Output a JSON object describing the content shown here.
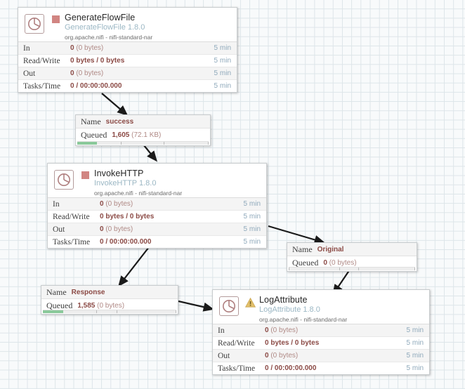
{
  "canvas": {
    "background_color": "#f8fafb",
    "grid_color": "#dde5e9"
  },
  "palette": {
    "stopped_red": "#d18582",
    "warning_yellow": "#e8c46a",
    "value_maroon": "#8b4a45",
    "time_blue": "#8fa9bb",
    "type_blue": "#9bb7c4",
    "queue_green": "#8ac99a"
  },
  "stat_labels": {
    "in": "In",
    "read_write": "Read/Write",
    "out": "Out",
    "tasks_time": "Tasks/Time"
  },
  "connection_labels": {
    "name": "Name",
    "queued": "Queued"
  },
  "processors": [
    {
      "id": "generateflowfile",
      "name": "GenerateFlowFile",
      "type": "GenerateFlowFile 1.8.0",
      "bundle": "org.apache.nifi - nifi-standard-nar",
      "state": "stopped",
      "state_icon": "stop-square-icon",
      "stats": [
        {
          "label": "In",
          "value": "0",
          "detail": "(0 bytes)",
          "time": "5 min"
        },
        {
          "label": "Read/Write",
          "value": "0 bytes / 0 bytes",
          "detail": "",
          "time": "5 min"
        },
        {
          "label": "Out",
          "value": "0",
          "detail": "(0 bytes)",
          "time": "5 min"
        },
        {
          "label": "Tasks/Time",
          "value": "0 / 00:00:00.000",
          "detail": "",
          "time": "5 min"
        }
      ]
    },
    {
      "id": "invokehttp",
      "name": "InvokeHTTP",
      "type": "InvokeHTTP 1.8.0",
      "bundle": "org.apache.nifi - nifi-standard-nar",
      "state": "stopped",
      "state_icon": "stop-square-icon",
      "stats": [
        {
          "label": "In",
          "value": "0",
          "detail": "(0 bytes)",
          "time": "5 min"
        },
        {
          "label": "Read/Write",
          "value": "0 bytes / 0 bytes",
          "detail": "",
          "time": "5 min"
        },
        {
          "label": "Out",
          "value": "0",
          "detail": "(0 bytes)",
          "time": "5 min"
        },
        {
          "label": "Tasks/Time",
          "value": "0 / 00:00:00.000",
          "detail": "",
          "time": "5 min"
        }
      ]
    },
    {
      "id": "logattribute",
      "name": "LogAttribute",
      "type": "LogAttribute 1.8.0",
      "bundle": "org.apache.nifi - nifi-standard-nar",
      "state": "invalid",
      "state_icon": "warning-triangle-icon",
      "stats": [
        {
          "label": "In",
          "value": "0",
          "detail": "(0 bytes)",
          "time": "5 min"
        },
        {
          "label": "Read/Write",
          "value": "0 bytes / 0 bytes",
          "detail": "",
          "time": "5 min"
        },
        {
          "label": "Out",
          "value": "0",
          "detail": "(0 bytes)",
          "time": "5 min"
        },
        {
          "label": "Tasks/Time",
          "value": "0 / 00:00:00.000",
          "detail": "",
          "time": "5 min"
        }
      ]
    }
  ],
  "connections": [
    {
      "id": "success",
      "name": "success",
      "queued_count": "1,605",
      "queued_size": "(72.1 KB)",
      "fill_percent": 15
    },
    {
      "id": "original",
      "name": "Original",
      "queued_count": "0",
      "queued_size": "(0 bytes)",
      "fill_percent": 0
    },
    {
      "id": "response",
      "name": "Response",
      "queued_count": "1,585",
      "queued_size": "(0 bytes)",
      "fill_percent": 15
    }
  ]
}
